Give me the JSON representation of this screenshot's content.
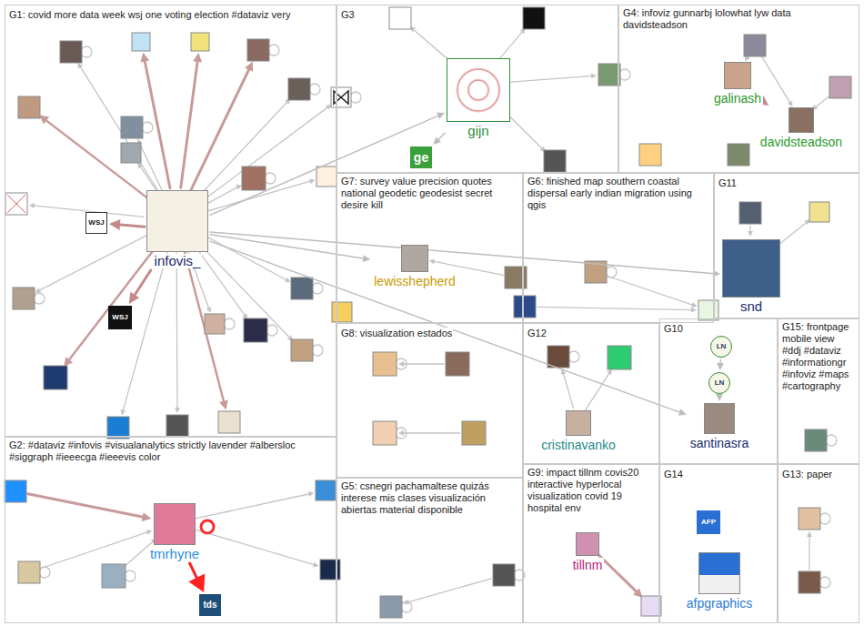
{
  "diagram": {
    "nodes": [
      {
        "text": [
          "G1: covid more data week wsj one voting election #dataviz very"
        ]
      },
      {
        "text": [
          "infovis_"
        ],
        "in": 0
      },
      {
        "text": [
          "WSJ"
        ],
        "in": 0
      },
      {
        "text": [
          "WSJ"
        ],
        "in": 0
      },
      {
        "text": [
          "G2: #dataviz #infovis #visualanalytics strictly lavender #albersloc #siggraph #ieeecga #ieeevis color"
        ]
      },
      {
        "text": [
          "tmrhyne"
        ],
        "in": 4
      },
      {
        "text": [
          "tds"
        ],
        "in": 4
      },
      {
        "text": [
          "G3"
        ]
      },
      {
        "text": [
          "gijn"
        ],
        "in": 7
      },
      {
        "text": [
          "ge"
        ],
        "in": 7
      },
      {
        "text": [
          "G4: infoviz gunnarbj lolowhat lyw data davidsteadson"
        ]
      },
      {
        "text": [
          "galinash"
        ],
        "in": 10
      },
      {
        "text": [
          "davidsteadson"
        ],
        "in": 10
      },
      {
        "text": [
          "G7: survey value precision quotes national geodetic geodesist secret desire kill"
        ]
      },
      {
        "text": [
          "lewisshepherd"
        ],
        "in": 13
      },
      {
        "text": [
          "G6: finished map southern coastal dispersal early indian migration using qgis"
        ]
      },
      {
        "text": [
          "G11"
        ]
      },
      {
        "text": [
          "snd"
        ],
        "in": 16
      },
      {
        "text": [
          "G8: visualization estados"
        ]
      },
      {
        "text": [
          "G12"
        ]
      },
      {
        "text": [
          "cristinavanko"
        ],
        "in": 19
      },
      {
        "text": [
          "G10"
        ]
      },
      {
        "text": [
          "LN"
        ],
        "in": 21
      },
      {
        "text": [
          "LN"
        ],
        "in": 21
      },
      {
        "text": [
          "santinasra"
        ],
        "in": 21
      },
      {
        "text": [
          "G15: frontpage mobile view #ddj #dataviz #informationgr #infoviz #maps #cartography"
        ]
      },
      {
        "text": [
          "G5: csnegri pachamaltese quizás interese mis clases visualización abiertas material disponible"
        ]
      },
      {
        "text": [
          "G9: impact tillnm covis20 interactive hyperlocal visualization covid 19 hospital env"
        ]
      },
      {
        "text": [
          "tillnm"
        ],
        "in": 27
      },
      {
        "text": [
          "G14"
        ]
      },
      {
        "text": [
          "AFP"
        ],
        "in": 29
      },
      {
        "text": [
          "afpgraphics"
        ],
        "in": 29
      },
      {
        "text": [
          "G13: paper"
        ]
      }
    ],
    "edges": [
      {
        "from": 1,
        "to": 2,
        "arrow": "to"
      },
      {
        "from": 1,
        "to": 3,
        "arrow": "to"
      },
      {
        "from": 1,
        "to": 8,
        "arrow": "to"
      },
      {
        "from": 1,
        "to": 14,
        "arrow": "to"
      },
      {
        "from": 1,
        "to": 17,
        "arrow": "to"
      },
      {
        "from": 1,
        "to": 24,
        "arrow": "to"
      },
      {
        "from": 5,
        "to": 6,
        "arrow": "to"
      },
      {
        "from": 8,
        "to": 9,
        "arrow": "to"
      },
      {
        "from": 11,
        "to": 12,
        "arrow": "to"
      },
      {
        "from": 22,
        "to": 23,
        "arrow": "to"
      },
      {
        "from": 23,
        "to": 24,
        "arrow": "to"
      }
    ]
  }
}
